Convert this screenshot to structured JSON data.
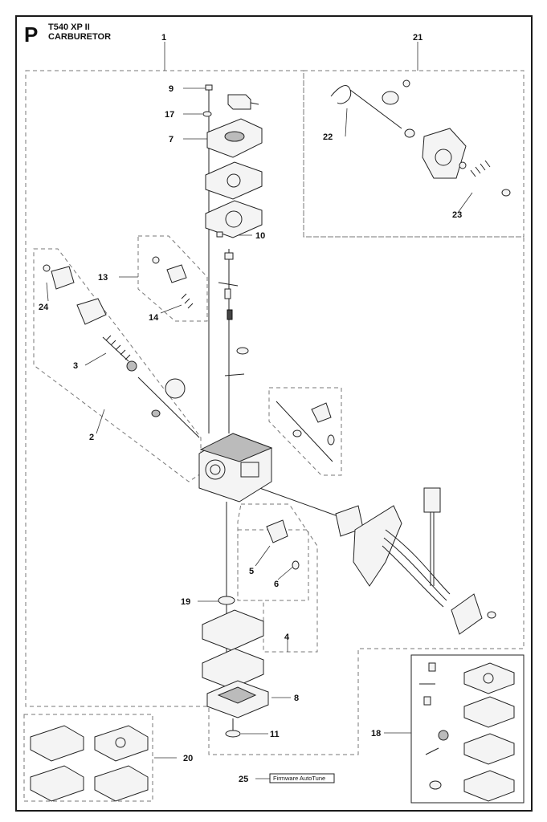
{
  "header": {
    "letter": "P",
    "model": "T540 XP II",
    "section": "CARBURETOR"
  },
  "callouts": {
    "c1": "1",
    "c2": "2",
    "c3": "3",
    "c4": "4",
    "c5": "5",
    "c6": "6",
    "c7": "7",
    "c8": "8",
    "c9": "9",
    "c10": "10",
    "c11": "11",
    "c13": "13",
    "c14": "14",
    "c17": "17",
    "c18": "18",
    "c19": "19",
    "c20": "20",
    "c21": "21",
    "c22": "22",
    "c23": "23",
    "c24": "24",
    "c25": "25"
  },
  "note_25": "Firmware AutoTune"
}
